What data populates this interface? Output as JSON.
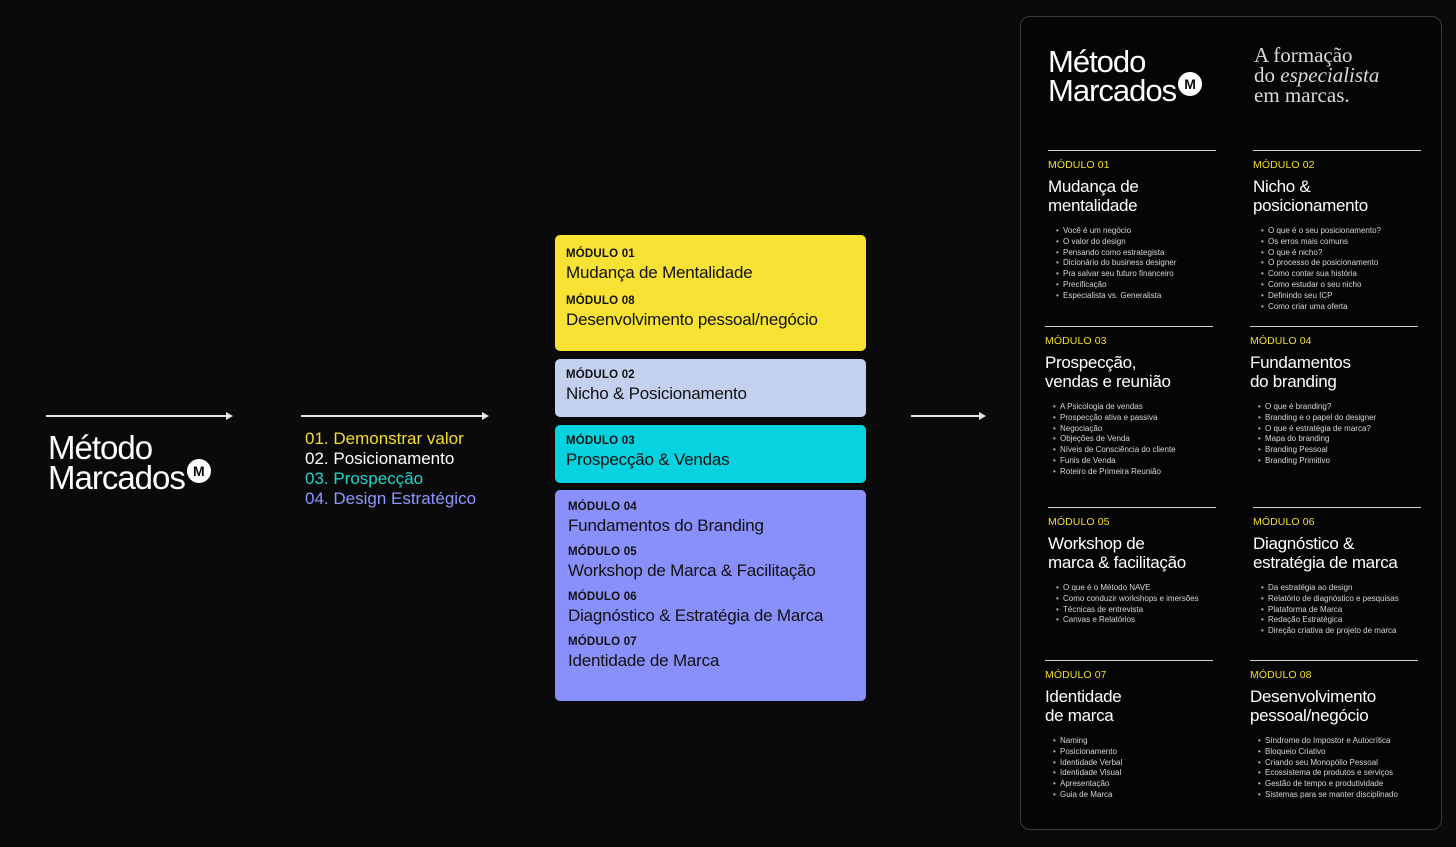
{
  "brand": {
    "line1": "Método",
    "line2": "Marcados",
    "badge": "M"
  },
  "steps": [
    {
      "text": "01. Demonstrar valor",
      "color": "#f5dd2e"
    },
    {
      "text": "02. Posicionamento",
      "color": "#ffffff"
    },
    {
      "text": "03. Prospecção",
      "color": "#22d3c9"
    },
    {
      "text": "04. Design Estratégico",
      "color": "#8f96ff"
    }
  ],
  "boxes": [
    {
      "color": "#f8e233",
      "entries": [
        {
          "label": "MÓDULO 01",
          "title": "Mudança de Mentalidade"
        },
        {
          "label": "MÓDULO 08",
          "title": "Desenvolvimento pessoal/negócio"
        }
      ]
    },
    {
      "color": "#c3d0ee",
      "entries": [
        {
          "label": "MÓDULO 02",
          "title": "Nicho & Posicionamento"
        }
      ]
    },
    {
      "color": "#06d2e0",
      "entries": [
        {
          "label": "MÓDULO 03",
          "title": "Prospecção & Vendas"
        }
      ]
    },
    {
      "color": "#8a90fb",
      "entries": [
        {
          "label": "MÓDULO 04",
          "title": "Fundamentos do Branding"
        },
        {
          "label": "MÓDULO 05",
          "title": "Workshop de Marca & Facilitação"
        },
        {
          "label": "MÓDULO 06",
          "title": "Diagnóstico & Estratégia de Marca"
        },
        {
          "label": "MÓDULO 07",
          "title": "Identidade de Marca"
        }
      ]
    }
  ],
  "panel": {
    "brand_line1": "Método",
    "brand_line2": "Marcados",
    "tagline_line1": "A formação",
    "tagline_line2_prefix": "do ",
    "tagline_line2_italic": "especialista",
    "tagline_line3": "em marcas.",
    "cards": [
      {
        "label": "MÓDULO 01",
        "title1": "Mudança de",
        "title2": "mentalidade",
        "items": [
          "Você é um negócio",
          "O valor do design",
          "Pensando como estrategista",
          "Dicionário do business designer",
          "Pra salvar seu futuro financeiro",
          "Precificação",
          "Especialista vs. Generalista"
        ]
      },
      {
        "label": "MÓDULO 02",
        "title1": "Nicho &",
        "title2": "posicionamento",
        "items": [
          "O que é o seu posicionamento?",
          "Os erros mais comuns",
          "O que é nicho?",
          "O processo de posicionamento",
          "Como contar sua história",
          "Como estudar o seu nicho",
          "Definindo seu ICP",
          "Como criar uma oferta"
        ]
      },
      {
        "label": "MÓDULO 03",
        "title1": "Prospecção,",
        "title2": "vendas e reunião",
        "items": [
          "A Psicologia de vendas",
          "Prospecção ativa e passiva",
          "Negociação",
          "Objeções de Venda",
          "Níveis de Consciência do cliente",
          "Funis de Venda",
          "Roteiro de Primeira Reunião"
        ]
      },
      {
        "label": "MÓDULO 04",
        "title1": "Fundamentos",
        "title2": "do branding",
        "items": [
          "O que é branding?",
          "Branding e o papel do designer",
          "O que é estratégia de marca?",
          "Mapa do branding",
          "Branding Pessoal",
          "Branding Primitivo"
        ]
      },
      {
        "label": "MÓDULO 05",
        "title1": "Workshop de",
        "title2": "marca & facilitação",
        "items": [
          "O que é o Método NAVE",
          "Como conduzir workshops e imersões",
          "Técnicas de entrevista",
          "Canvas e Relatórios"
        ]
      },
      {
        "label": "MÓDULO 06",
        "title1": "Diagnóstico &",
        "title2": "estratégia de marca",
        "items": [
          "Da estratégia ao design",
          "Relatório de diagnóstico e pesquisas",
          "Plataforma de Marca",
          "Redação Estratégica",
          "Direção criativa de projeto de marca"
        ]
      },
      {
        "label": "MÓDULO 07",
        "title1": "Identidade",
        "title2": "de marca",
        "items": [
          "Naming",
          "Posicionamento",
          "Identidade Verbal",
          "Identidade Visual",
          "Apresentação",
          "Guia de Marca"
        ]
      },
      {
        "label": "MÓDULO 08",
        "title1": "Desenvolvimento",
        "title2": "pessoal/negócio",
        "items": [
          "Síndrome do Impostor e Autocrítica",
          "Bloqueio Criativo",
          "Criando seu Monopólio Pessoal",
          "Ecossistema de produtos e serviços",
          "Gestão de tempo e produtividade",
          "Sistemas para se manter disciplinado"
        ]
      }
    ]
  }
}
